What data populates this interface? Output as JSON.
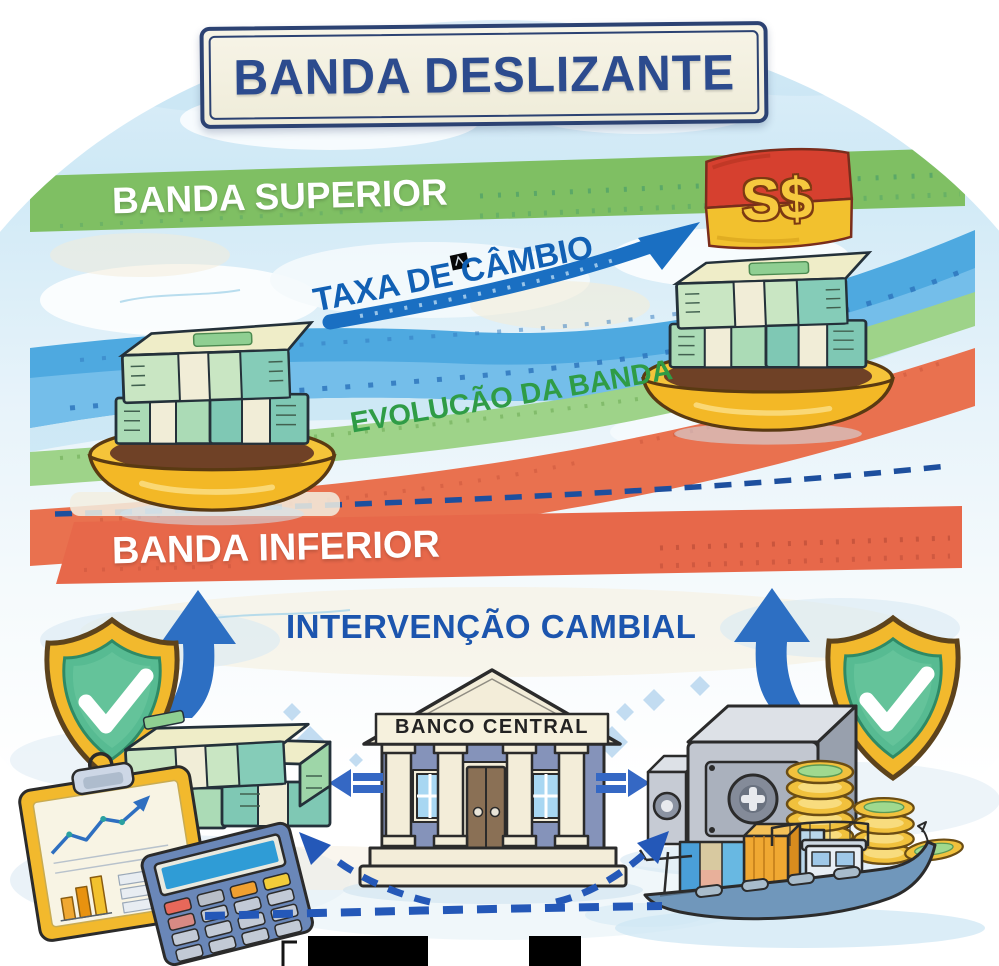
{
  "title": "BANDA DESLIZANTE",
  "bands": {
    "upper": "BANDA SUPERIOR",
    "lower": "BANDA INFERIOR"
  },
  "annotations": {
    "exchange_rate": "TAXA DE CÂMBIO",
    "band_evolution": "EVOLUCÃO DA BANDA",
    "intervention": "INTERVENÇÃO CAMBIAL"
  },
  "institution": {
    "name": "BANCO CENTRAL"
  },
  "flag": {
    "currency_symbol": "S$"
  },
  "colors": {
    "title_text": "#2c4b8e",
    "banner_background": "#f3f0e1",
    "upper_band_green": "#7fbf63",
    "lower_band_red": "#e7684a",
    "exchange_river_blue": "#4ea9e0",
    "trend_arrow_blue": "#1a6fc2",
    "exchange_label_blue": "#1160b4",
    "evolution_label_green": "#2f9c46",
    "intervention_label_blue": "#1c55ae",
    "gold": "#f2b92d",
    "shield_green": "#57bb92",
    "flag_red": "#d6402f",
    "flag_yellow": "#f2c12e",
    "dashed_route_navy": "#2458b8"
  },
  "icons": [
    "currency-flag-icon",
    "money-tray-icon",
    "shield-check-icon",
    "up-arrow-icon",
    "bank-building-icon",
    "cash-stack-icon",
    "clipboard-chart-icon",
    "calculator-icon",
    "vault-icon",
    "gold-coins-icon",
    "cargo-ship-icon",
    "transfer-arrow-icon",
    "dashed-route-icon"
  ]
}
